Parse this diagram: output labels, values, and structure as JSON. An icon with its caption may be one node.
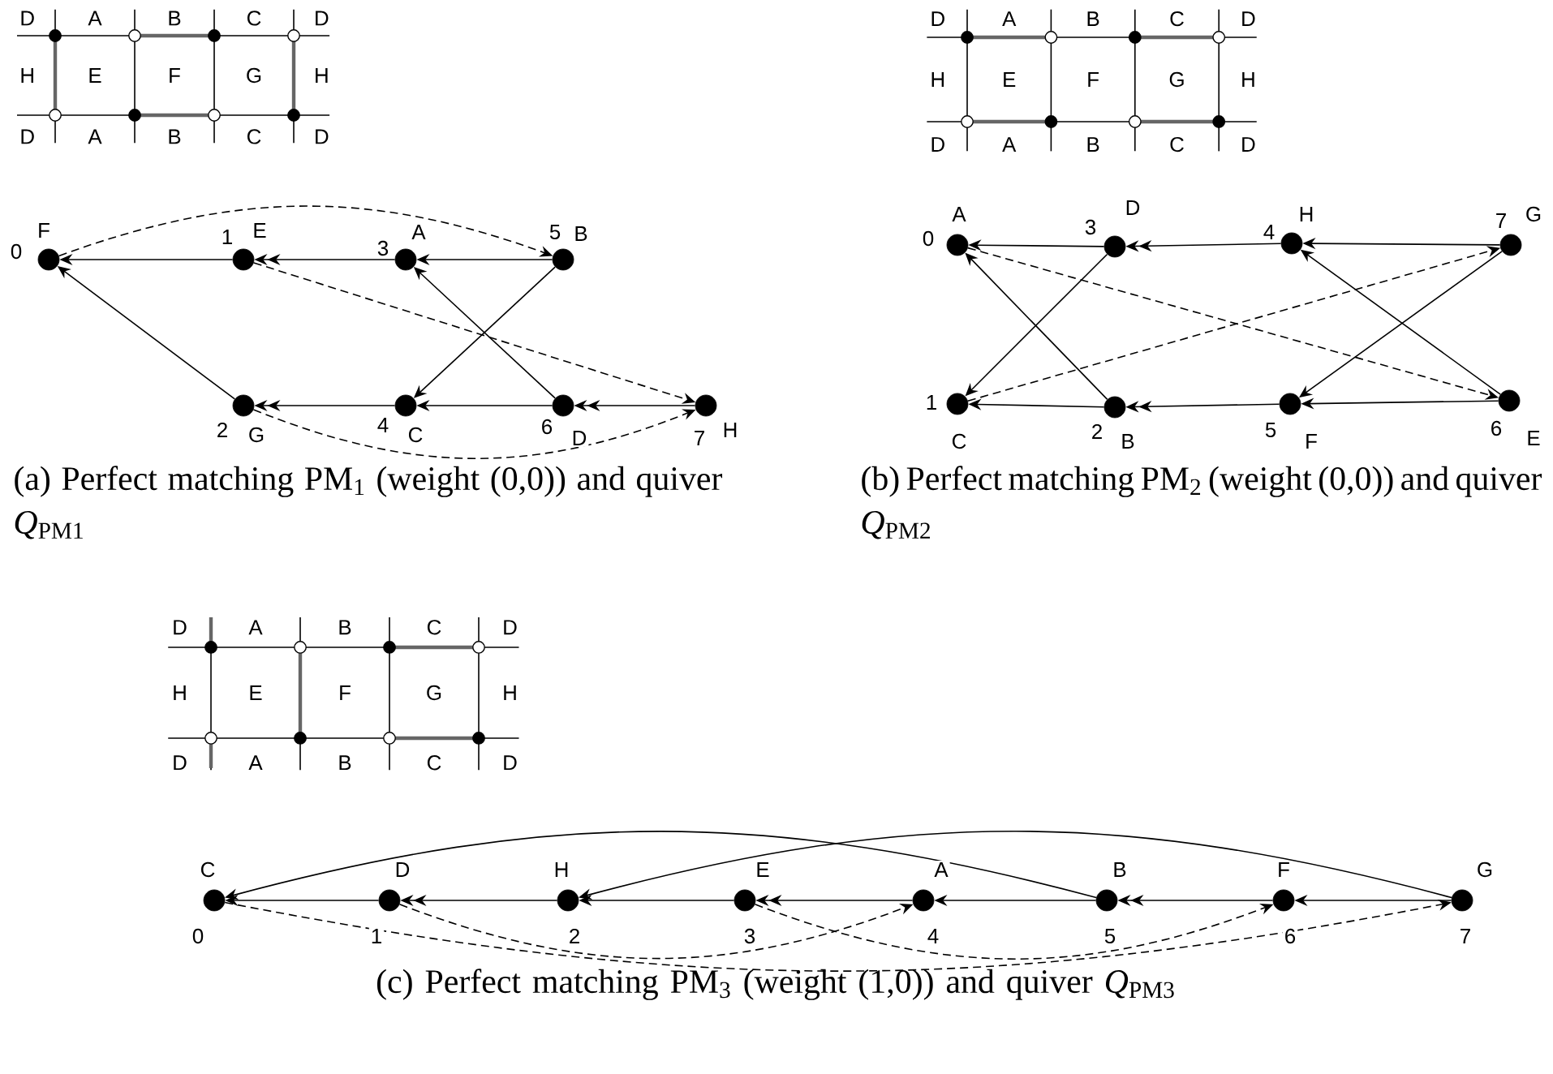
{
  "diagram": {
    "nodes": [
      {
        "text": [],
        "shape": "circle",
        "beside": [
          "0",
          "F"
        ]
      },
      {
        "text": [],
        "shape": "circle",
        "beside": [
          "1",
          "E"
        ]
      },
      {
        "text": [],
        "shape": "circle",
        "beside": [
          "2",
          "G"
        ]
      },
      {
        "text": [],
        "shape": "circle",
        "beside": [
          "3",
          "A"
        ]
      },
      {
        "text": [],
        "shape": "circle",
        "beside": [
          "4",
          "C"
        ]
      },
      {
        "text": [],
        "shape": "circle",
        "beside": [
          "5",
          "B"
        ]
      },
      {
        "text": [],
        "shape": "circle",
        "beside": [
          "6",
          "D"
        ]
      },
      {
        "text": [],
        "shape": "circle",
        "beside": [
          "7",
          "H"
        ]
      },
      {
        "text": [],
        "shape": "circle",
        "beside": [
          "0",
          "A"
        ]
      },
      {
        "text": [],
        "shape": "circle",
        "beside": [
          "1",
          "C"
        ]
      },
      {
        "text": [],
        "shape": "circle",
        "beside": [
          "2",
          "B"
        ]
      },
      {
        "text": [],
        "shape": "circle",
        "beside": [
          "3",
          "D"
        ]
      },
      {
        "text": [],
        "shape": "circle",
        "beside": [
          "4",
          "H"
        ]
      },
      {
        "text": [],
        "shape": "circle",
        "beside": [
          "5",
          "F"
        ]
      },
      {
        "text": [],
        "shape": "circle",
        "beside": [
          "6",
          "E"
        ]
      },
      {
        "text": [],
        "shape": "circle",
        "beside": [
          "7",
          "G"
        ]
      },
      {
        "text": [],
        "shape": "circle",
        "beside": [
          "0",
          "C"
        ]
      },
      {
        "text": [],
        "shape": "circle",
        "beside": [
          "1",
          "D"
        ]
      },
      {
        "text": [],
        "shape": "circle",
        "beside": [
          "2",
          "H"
        ]
      },
      {
        "text": [],
        "shape": "circle",
        "beside": [
          "3",
          "E"
        ]
      },
      {
        "text": [],
        "shape": "circle",
        "beside": [
          "4",
          "A"
        ]
      },
      {
        "text": [],
        "shape": "circle",
        "beside": [
          "5",
          "B"
        ]
      },
      {
        "text": [],
        "shape": "circle",
        "beside": [
          "6",
          "F"
        ]
      },
      {
        "text": [],
        "shape": "circle",
        "beside": [
          "7",
          "G"
        ]
      }
    ],
    "edges": [
      {
        "from": 1,
        "to": 0,
        "arrow": "to"
      },
      {
        "from": 2,
        "to": 0,
        "arrow": "to"
      },
      {
        "from": 3,
        "to": 1,
        "arrow": "to"
      },
      {
        "from": 5,
        "to": 3,
        "arrow": "to"
      },
      {
        "from": 6,
        "to": 3,
        "arrow": "to"
      },
      {
        "from": 4,
        "to": 2,
        "arrow": "to"
      },
      {
        "from": 5,
        "to": 4,
        "arrow": "to"
      },
      {
        "from": 6,
        "to": 4,
        "arrow": "to"
      },
      {
        "from": 7,
        "to": 6,
        "arrow": "to"
      },
      {
        "from": 0,
        "to": 5,
        "arrow": "to",
        "style": "dashed"
      },
      {
        "from": 1,
        "to": 7,
        "arrow": "to",
        "style": "dashed"
      },
      {
        "from": 2,
        "to": 7,
        "arrow": "to",
        "style": "dashed"
      },
      {
        "from": 11,
        "to": 8,
        "arrow": "to"
      },
      {
        "from": 10,
        "to": 8,
        "arrow": "to"
      },
      {
        "from": 11,
        "to": 9,
        "arrow": "to"
      },
      {
        "from": 10,
        "to": 9,
        "arrow": "to"
      },
      {
        "from": 12,
        "to": 11,
        "arrow": "to"
      },
      {
        "from": 13,
        "to": 10,
        "arrow": "to"
      },
      {
        "from": 15,
        "to": 12,
        "arrow": "to"
      },
      {
        "from": 14,
        "to": 12,
        "arrow": "to"
      },
      {
        "from": 15,
        "to": 13,
        "arrow": "to"
      },
      {
        "from": 14,
        "to": 13,
        "arrow": "to"
      },
      {
        "from": 8,
        "to": 14,
        "arrow": "to",
        "style": "dashed"
      },
      {
        "from": 9,
        "to": 15,
        "arrow": "to",
        "style": "dashed"
      },
      {
        "from": 17,
        "to": 16,
        "arrow": "to"
      },
      {
        "from": 18,
        "to": 17,
        "arrow": "to"
      },
      {
        "from": 19,
        "to": 18,
        "arrow": "to"
      },
      {
        "from": 20,
        "to": 19,
        "arrow": "to"
      },
      {
        "from": 21,
        "to": 20,
        "arrow": "to"
      },
      {
        "from": 22,
        "to": 21,
        "arrow": "to"
      },
      {
        "from": 23,
        "to": 22,
        "arrow": "to"
      },
      {
        "from": 21,
        "to": 16,
        "arrow": "to"
      },
      {
        "from": 23,
        "to": 18,
        "arrow": "to"
      },
      {
        "from": 16,
        "to": 23,
        "arrow": "to",
        "style": "dashed"
      },
      {
        "from": 17,
        "to": 20,
        "arrow": "to",
        "style": "dashed"
      },
      {
        "from": 19,
        "to": 22,
        "arrow": "to",
        "style": "dashed"
      }
    ],
    "labels": [
      "D",
      "A",
      "B",
      "C",
      "D",
      "H",
      "E",
      "F",
      "G",
      "H",
      "D",
      "A",
      "B",
      "C",
      "D",
      "(a) Perfect matching PM$_{1}$ (weight (0,0)) and quiver *Q*$_{PM1}$",
      "D",
      "A",
      "B",
      "C",
      "D",
      "H",
      "E",
      "F",
      "G",
      "H",
      "D",
      "A",
      "B",
      "C",
      "D",
      "(b) Perfect matching PM$_{2}$ (weight (0,0)) and quiver *Q*$_{PM2}$",
      "D",
      "A",
      "B",
      "C",
      "D",
      "H",
      "E",
      "F",
      "G",
      "H",
      "D",
      "A",
      "B",
      "C",
      "D",
      "(c) Perfect matching PM$_{3}$ (weight (1,0)) and quiver *Q*$_{PM3}$"
    ]
  }
}
